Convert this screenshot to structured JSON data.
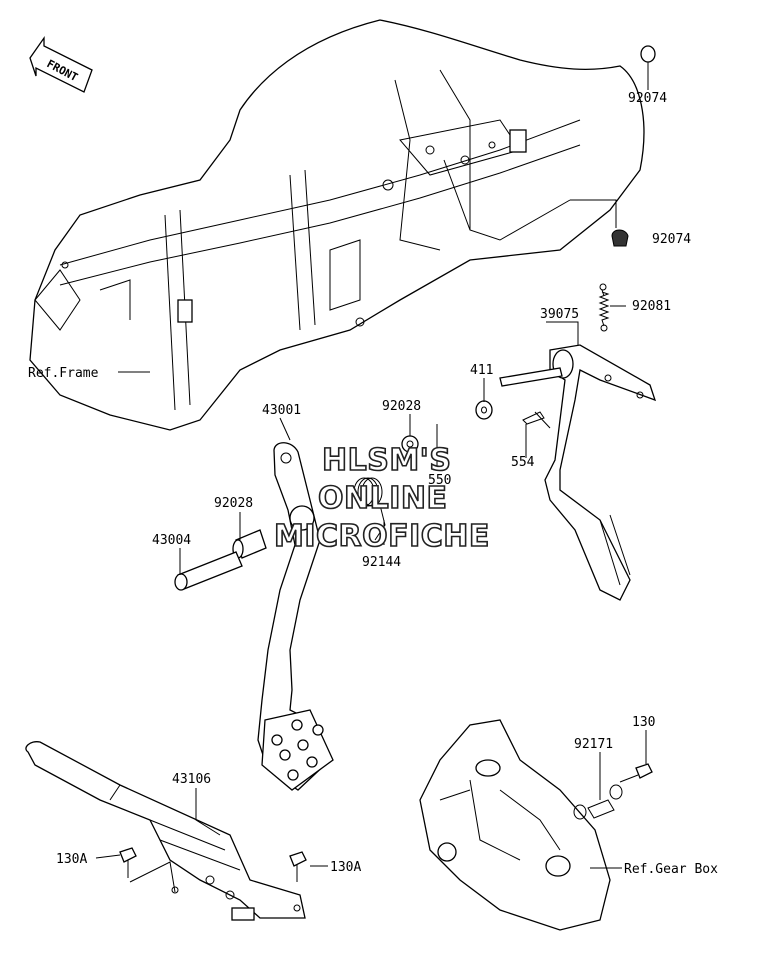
{
  "front_arrow": {
    "label": "FRONT"
  },
  "callouts": [
    {
      "id": "92074-top",
      "text": "92074"
    },
    {
      "id": "92074-mid",
      "text": "92074"
    },
    {
      "id": "92081",
      "text": "92081"
    },
    {
      "id": "39075",
      "text": "39075"
    },
    {
      "id": "411",
      "text": "411"
    },
    {
      "id": "554",
      "text": "554"
    },
    {
      "id": "ref-frame",
      "text": "Ref.Frame"
    },
    {
      "id": "43001",
      "text": "43001"
    },
    {
      "id": "92028-top",
      "text": "92028"
    },
    {
      "id": "550",
      "text": "550"
    },
    {
      "id": "92028-mid",
      "text": "92028"
    },
    {
      "id": "43004",
      "text": "43004"
    },
    {
      "id": "92144",
      "text": "92144"
    },
    {
      "id": "43106",
      "text": "43106"
    },
    {
      "id": "130",
      "text": "130"
    },
    {
      "id": "92171",
      "text": "92171"
    },
    {
      "id": "130A-left",
      "text": "130A"
    },
    {
      "id": "130A-right",
      "text": "130A"
    },
    {
      "id": "ref-gear-box",
      "text": "Ref.Gear Box"
    }
  ],
  "watermark": {
    "line1": "HLSM'S",
    "line2": "ONLINE",
    "line3": "MICROFICHE"
  }
}
